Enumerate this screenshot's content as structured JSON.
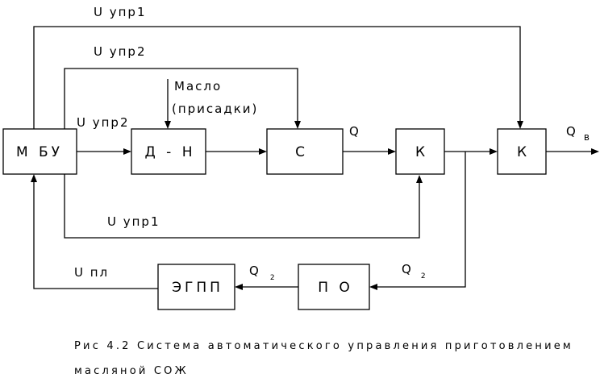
{
  "blocks": {
    "mbu": "М БУ",
    "dn": "Д - Н",
    "s": "С",
    "k1": "К",
    "k2": "К",
    "egpp": "ЭГПП",
    "po": "П О"
  },
  "labels": {
    "u_upr1_top": "U упр1",
    "u_upr2_top": "U упр2",
    "oil_line1": "Масло",
    "oil_line2": "(присадки)",
    "u_upr2_mid": "U упр2",
    "q": "Q",
    "q_out_main": "Q",
    "q_out_sub": "в",
    "u_upr1_bottom": "U упр1",
    "q2_right_main": "Q",
    "q2_right_sub": "2",
    "q2_left_main": "Q",
    "q2_left_sub": "2",
    "u_pl": "U пл"
  },
  "caption": {
    "line1": "Рис 4.2 Система автоматического управления приготовлением",
    "line2": "масляной СОЖ"
  }
}
